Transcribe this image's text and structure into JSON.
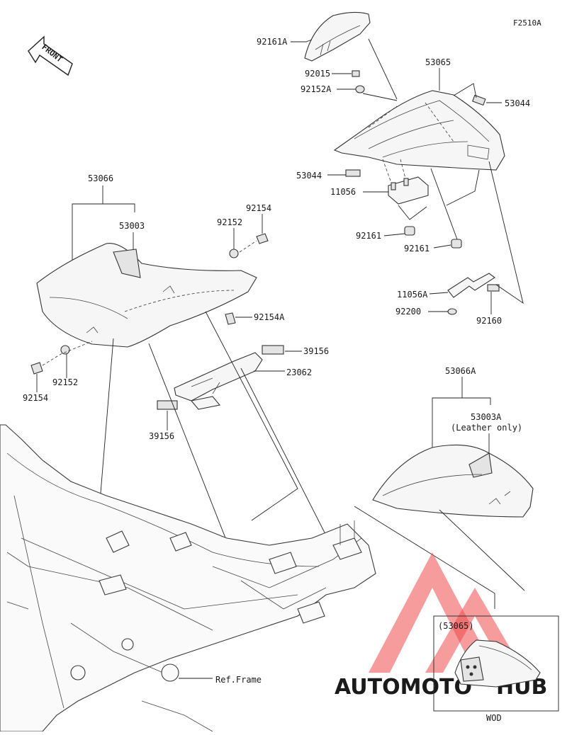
{
  "figure_code": "F2510A",
  "front_label": "FRONT",
  "labels": {
    "p92161A": "92161A",
    "p92015": "92015",
    "p92152A": "92152A",
    "p53065": "53065",
    "p53044_top": "53044",
    "p53044_left": "53044",
    "p11056": "11056",
    "p92161_a": "92161",
    "p92161_b": "92161",
    "p11056A": "11056A",
    "p92200": "92200",
    "p92160": "92160",
    "p53066": "53066",
    "p53003": "53003",
    "p92154_top": "92154",
    "p92152_top": "92152",
    "p92154A": "92154A",
    "p39156_right": "39156",
    "p23062": "23062",
    "p92152_bot": "92152",
    "p92154_bot": "92154",
    "p39156_left": "39156",
    "p53066A": "53066A",
    "p53003A": "53003A",
    "p53003A_note": "(Leather only)",
    "ref_frame": "Ref.Frame"
  },
  "inset": {
    "title": "(53065)",
    "caption": "WOD"
  },
  "watermark": {
    "brand_part1": "AUTOMOTO",
    "brand_part2": "HUB",
    "color_accent": "#f7b15a",
    "color_dark": "#9a9a9a",
    "color_red": "#ef4b4b"
  }
}
